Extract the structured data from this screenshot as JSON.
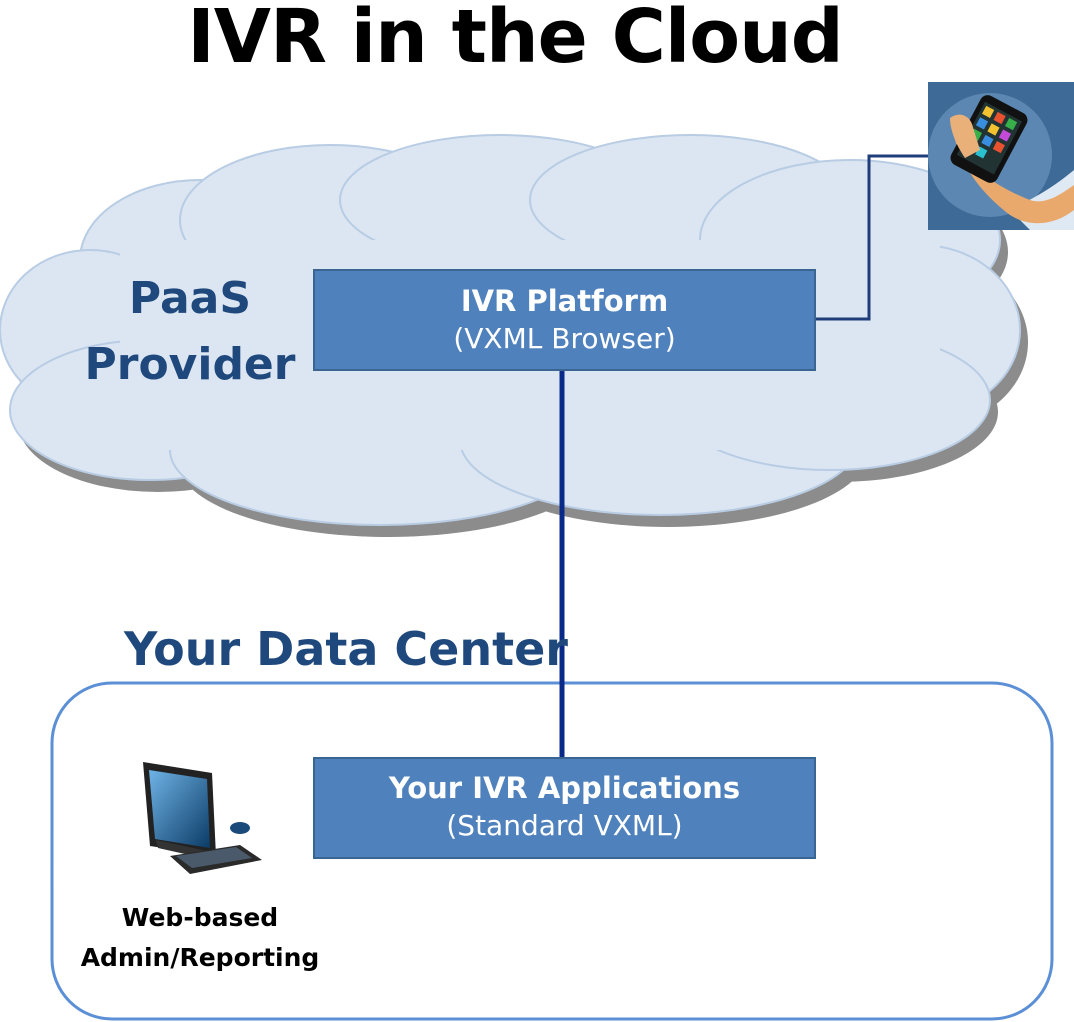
{
  "title": "IVR in the Cloud",
  "cloud": {
    "label_line1": "PaaS",
    "label_line2": "Provider"
  },
  "platform_box": {
    "title": "IVR Platform",
    "subtitle": "(VXML Browser)"
  },
  "data_center": {
    "label": "Your Data Center"
  },
  "apps_box": {
    "title": "Your IVR Applications",
    "subtitle": "(Standard VXML)"
  },
  "admin": {
    "line1": "Web-based",
    "line2": "Admin/Reporting"
  },
  "icons": {
    "phone": "smartphone-in-hand-icon",
    "computer": "desktop-computer-icon"
  },
  "colors": {
    "cloud_fill": "#dce6f2",
    "box_fill": "#4f81bd",
    "label_color": "#1f497d",
    "connector": "#0a2a8a",
    "dc_border": "#5b8fd6"
  }
}
